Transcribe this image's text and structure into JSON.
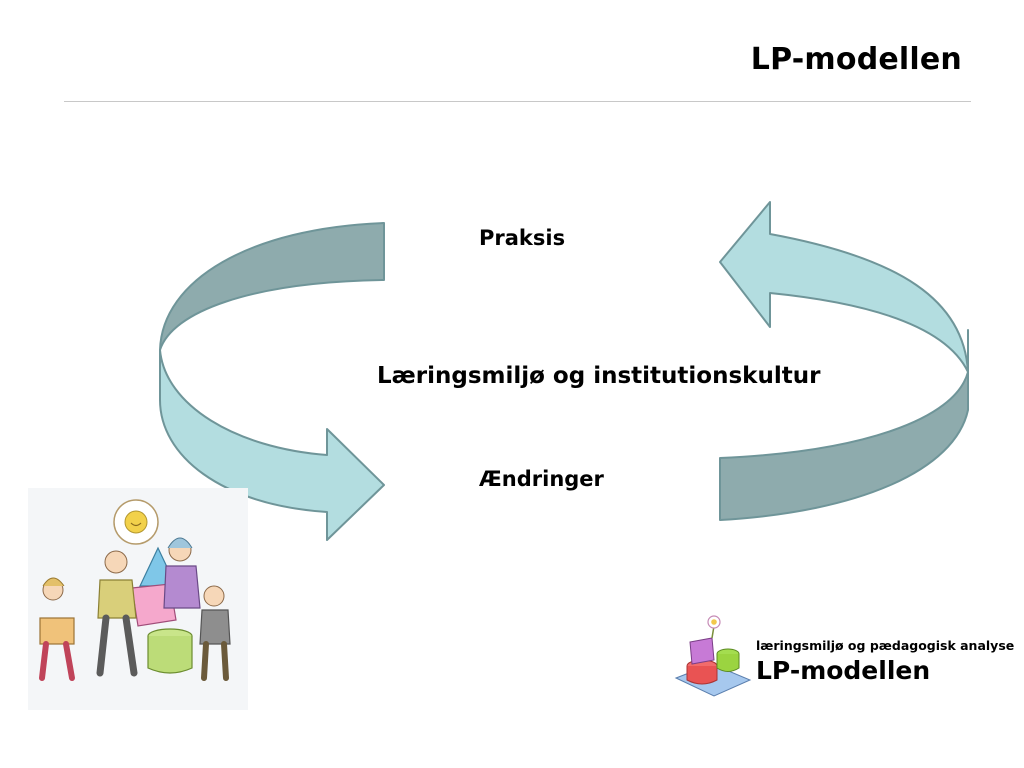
{
  "slide": {
    "title": "LP-modellen"
  },
  "diagram": {
    "top_label": "Praksis",
    "center_label": "Læringsmiljø og institutionskultur",
    "bottom_label": "Ændringer"
  },
  "logo": {
    "tagline": "læringsmiljø og pædagogisk analyse",
    "name": "LP-modellen"
  },
  "colors": {
    "arrow_light": "#b3dde0",
    "arrow_dark": "#8eabad",
    "arrow_stroke": "#6f9599",
    "rule": "#c8c8c8"
  }
}
